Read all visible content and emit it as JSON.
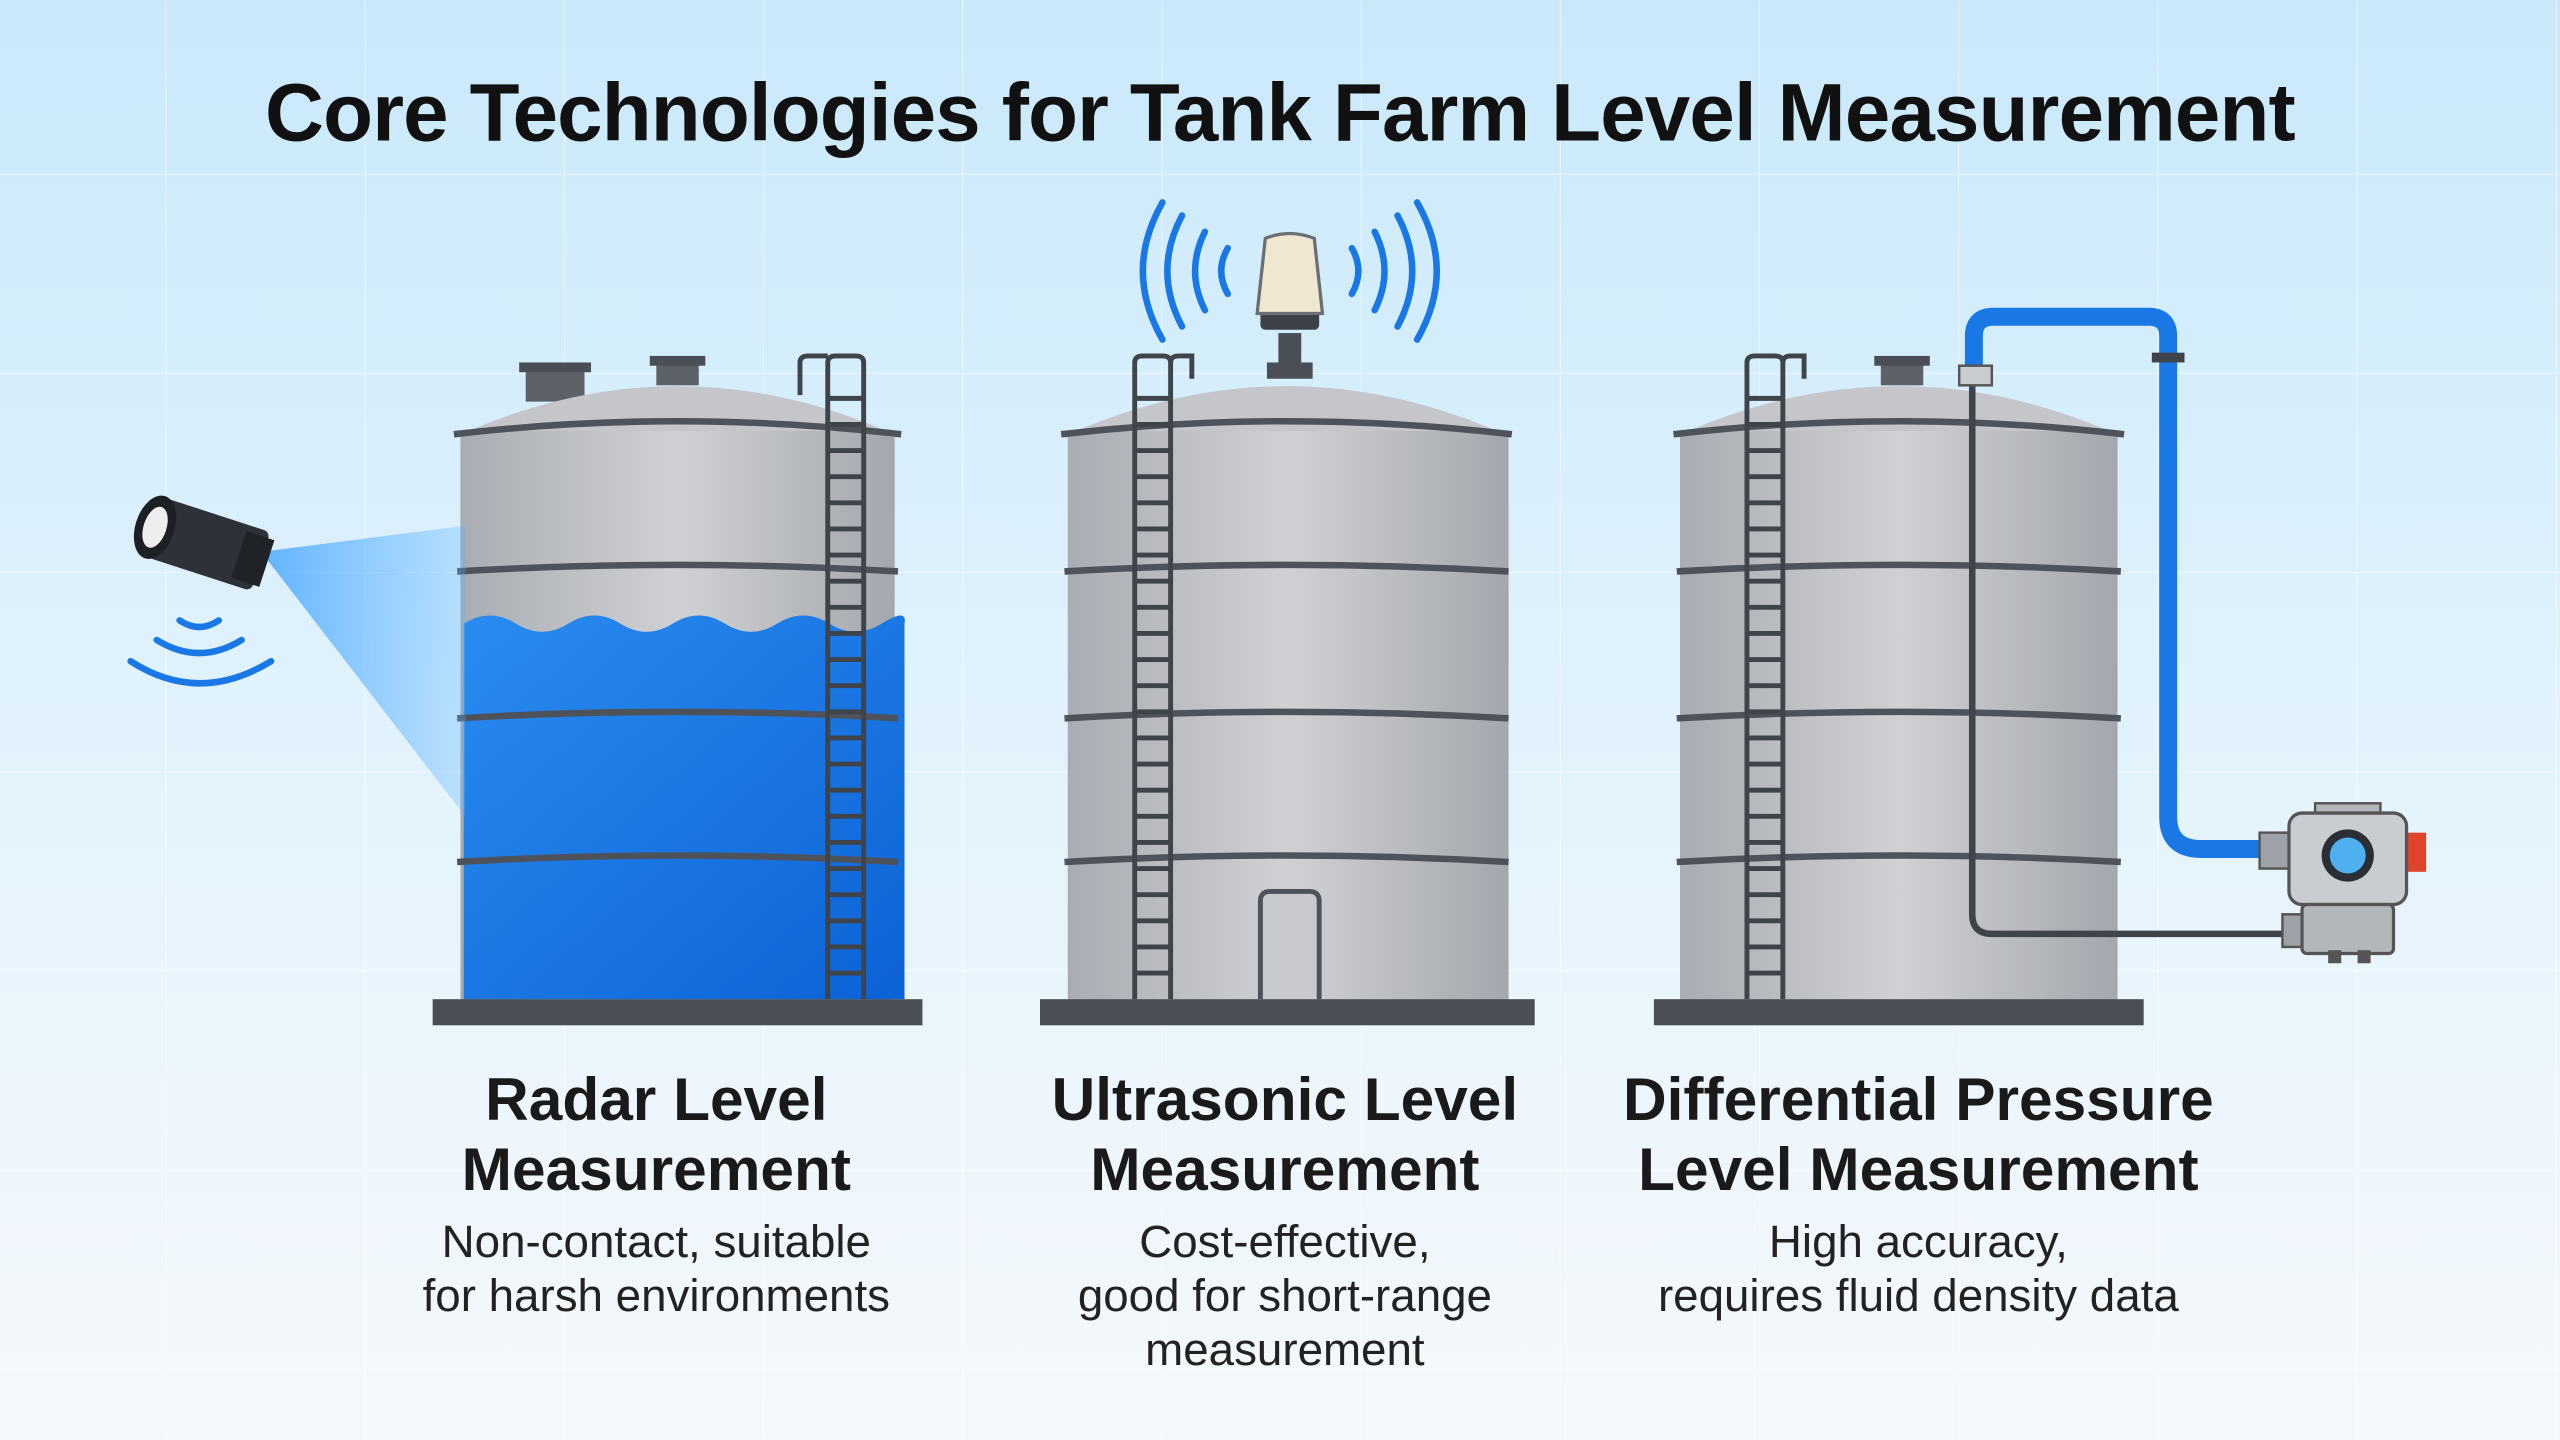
{
  "title": "Core Technologies for Tank Farm Level Measurement",
  "colors": {
    "accent_blue": "#1a78e6",
    "tank_gray": "#b9bcc2",
    "dark_steel": "#4a4f57",
    "background": "#d6eefb"
  },
  "technologies": [
    {
      "heading_line1": "Radar Level",
      "heading_line2": "Measurement",
      "desc_line1": "Non-contact, suitable",
      "desc_line2": "for harsh environments"
    },
    {
      "heading_line1": "Ultrasonic Level",
      "heading_line2": "Measurement",
      "desc_line1": "Cost-effective,",
      "desc_line2": "good for short-range",
      "desc_line3": "measurement"
    },
    {
      "heading_line1": "Differential Pressure",
      "heading_line2": "Level Measurement",
      "desc_line1": "High accuracy,",
      "desc_line2": "requires fluid density data"
    }
  ]
}
